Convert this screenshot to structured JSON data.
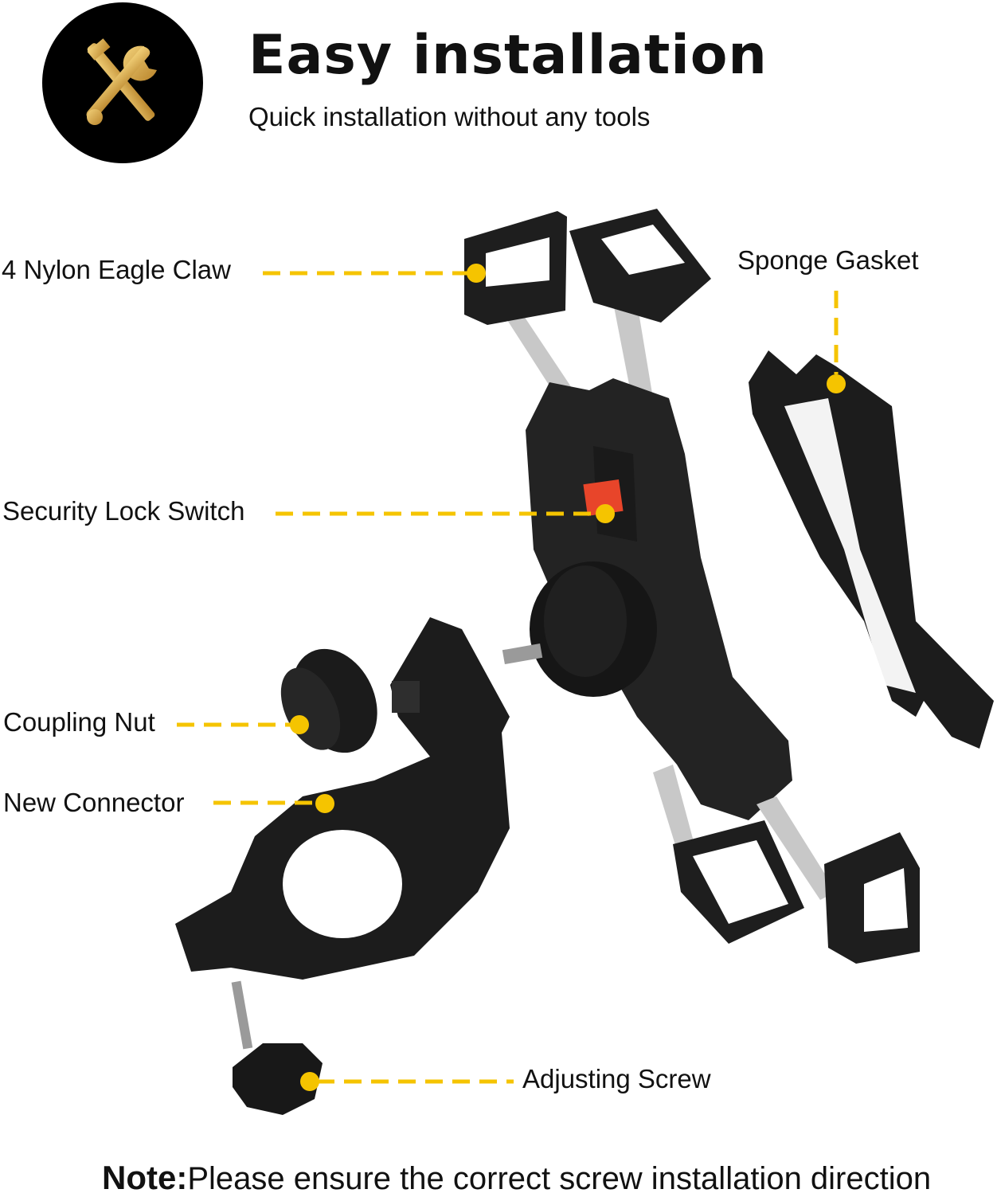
{
  "header": {
    "title": "Easy installation",
    "subtitle": "Quick installation without any tools",
    "icon": "wrench-screwdriver-icon"
  },
  "callouts": [
    {
      "label": "4 Nylon Eagle Claw"
    },
    {
      "label": "Sponge Gasket"
    },
    {
      "label": "Security Lock Switch"
    },
    {
      "label": "Coupling Nut"
    },
    {
      "label": "New Connector"
    },
    {
      "label": "Adjusting Screw"
    }
  ],
  "note": {
    "prefix": "Note:",
    "text": "Please ensure the correct screw installation direction"
  },
  "colors": {
    "accent": "#f5c400",
    "product": "#1e1e1e",
    "lock": "#e8452a",
    "icon_gold": "#d9a93a"
  }
}
